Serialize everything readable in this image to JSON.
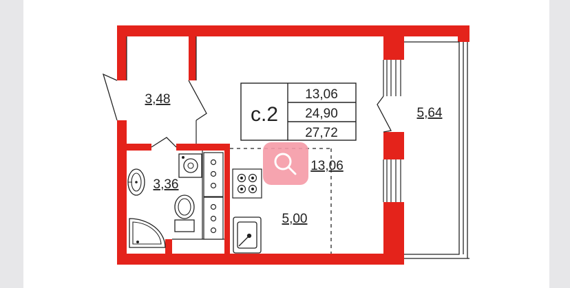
{
  "apartment": {
    "code": "с.2",
    "areas": [
      "13,06",
      "24,90",
      "27,72"
    ]
  },
  "rooms": {
    "hall": "3,48",
    "living": "13,06",
    "bathroom": "3,36",
    "kitchen": "5,00",
    "balcony": "5,64"
  },
  "overlay": {
    "icon": "zoom-in-icon"
  },
  "colors": {
    "wall": "#e4231b",
    "line": "#222222",
    "zoom_bg": "#f59aa6",
    "zoom_icon": "#ffffff"
  }
}
